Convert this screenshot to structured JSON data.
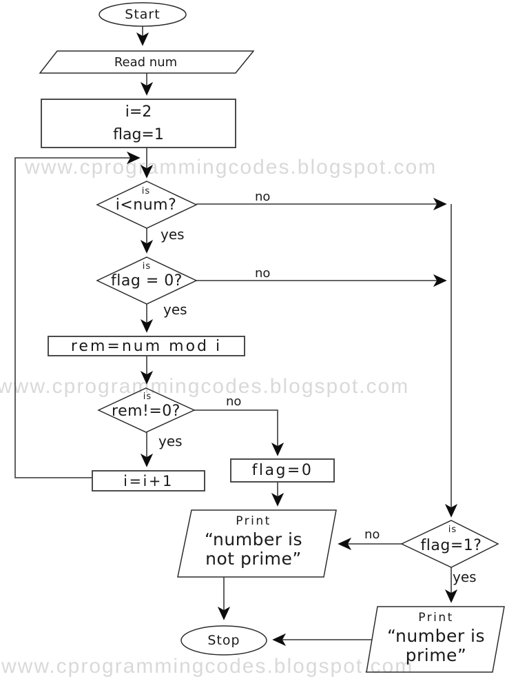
{
  "watermark": {
    "text": "www.cprogrammingcodes.blogspot.com"
  },
  "nodes": {
    "start": {
      "label": "Start"
    },
    "read_num": {
      "label": "Read num"
    },
    "init": {
      "line1": "i=2",
      "line2": "flag=1"
    },
    "check_i_lt_num": {
      "prefix": "is",
      "label": "i<num?",
      "no_label": "no",
      "yes_label": "yes"
    },
    "check_flag_eq_0": {
      "prefix": "is",
      "label": "flag = 0?",
      "no_label": "no",
      "yes_label": "yes"
    },
    "compute_rem": {
      "label": "rem=num mod i"
    },
    "check_rem_ne_0": {
      "prefix": "is",
      "label": "rem!=0?",
      "no_label": "no",
      "yes_label": "yes"
    },
    "increment_i": {
      "label": "i=i+1"
    },
    "set_flag_0": {
      "label": "flag=0"
    },
    "print_not_prime": {
      "line1": "Print",
      "line2": "“number is",
      "line3": "not prime”"
    },
    "check_flag_eq_1": {
      "prefix": "is",
      "label": "flag=1?",
      "no_label": "no",
      "yes_label": "yes"
    },
    "print_prime": {
      "line1": "Print",
      "line2": "“number is",
      "line3": "prime”"
    },
    "stop": {
      "label": "Stop"
    }
  },
  "colors": {
    "background": "#ffffff",
    "shape_stroke": "#2b2b2b",
    "rect_stroke": "#4a4a4a",
    "connector": "#4f4f4f",
    "arrowhead": "#0d0d0d",
    "text": "#1a1a1a",
    "watermark": "#d9d9d9"
  }
}
